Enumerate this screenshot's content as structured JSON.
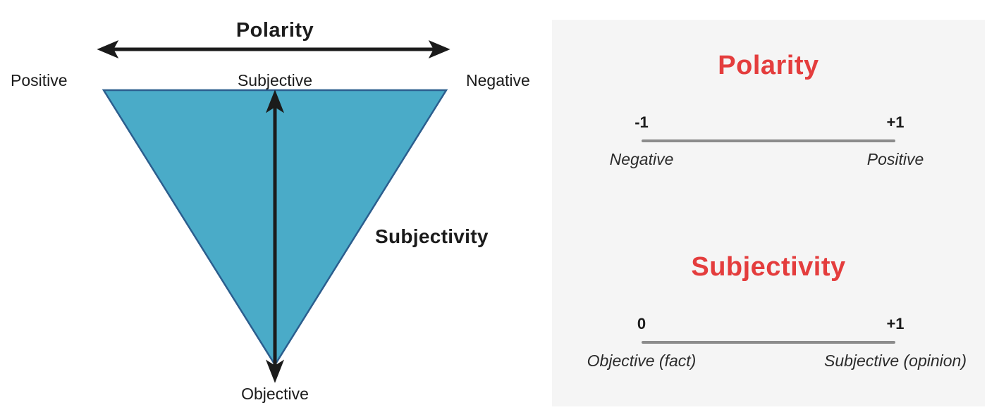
{
  "colors": {
    "triangle_fill": "#4aabc8",
    "triangle_stroke": "#2b5e8e",
    "panel_bg": "#f5f5f5",
    "accent_red": "#e43d3d",
    "scale_line": "#8c8c8c",
    "diagram_ink": "#1b1b1b",
    "label_ink": "#2b2b2b"
  },
  "left_diagram": {
    "axis_title": "Polarity",
    "top_left_label": "Positive",
    "top_center_label": "Subjective",
    "top_right_label": "Negative",
    "side_label": "Subjectivity",
    "bottom_label": "Objective"
  },
  "right_panel": {
    "sections": [
      {
        "title": "Polarity",
        "min_value": "-1",
        "max_value": "+1",
        "min_label": "Negative",
        "max_label": "Positive"
      },
      {
        "title": "Subjectivity",
        "min_value": "0",
        "max_value": "+1",
        "min_label": "Objective (fact)",
        "max_label": "Subjective (opinion)"
      }
    ]
  }
}
